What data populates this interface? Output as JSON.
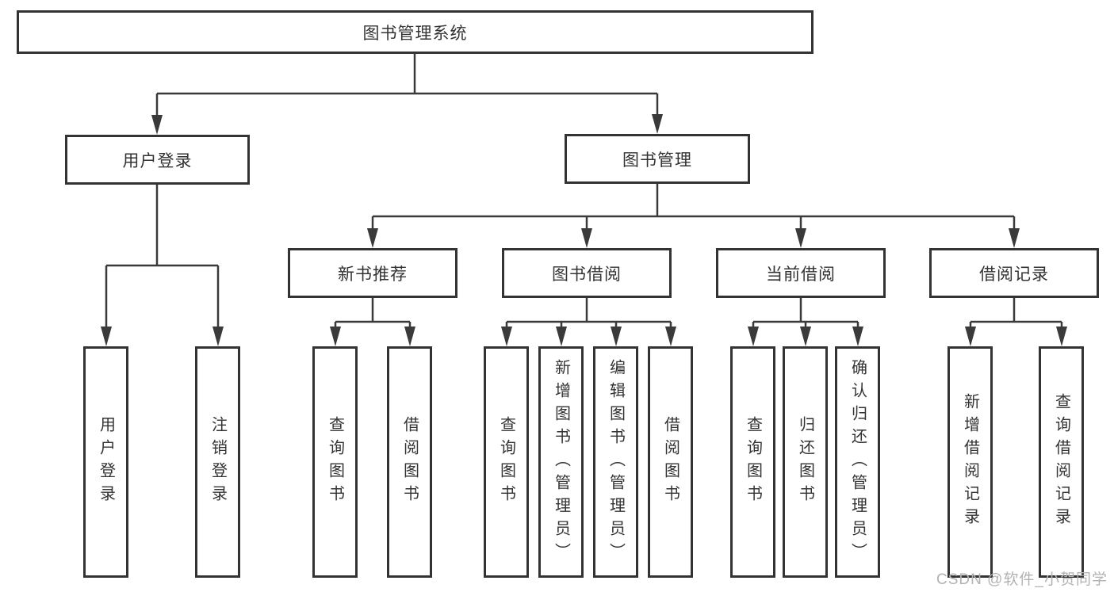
{
  "colors": {
    "line": "#3a3a3a",
    "border": "#333333",
    "text": "#333333",
    "watermark": "#b2b2b2",
    "background": "#ffffff"
  },
  "watermark": "CSDN @软件_小贺同学",
  "root": {
    "label": "图书管理系统"
  },
  "branches": {
    "user_login": {
      "label": "用户登录",
      "children": {
        "login": {
          "label": "用户登录"
        },
        "logout": {
          "label": "注销登录"
        }
      }
    },
    "book_mgmt": {
      "label": "图书管理",
      "children": {
        "new_books": {
          "label": "新书推荐",
          "children": {
            "query": {
              "label": "查询图书"
            },
            "borrow": {
              "label": "借阅图书"
            }
          }
        },
        "book_borrow": {
          "label": "图书借阅",
          "children": {
            "query": {
              "label": "查询图书"
            },
            "add": {
              "label": "新增图书（管理员）"
            },
            "edit": {
              "label": "编辑图书（管理员）"
            },
            "borrow": {
              "label": "借阅图书"
            }
          }
        },
        "current_borrow": {
          "label": "当前借阅",
          "children": {
            "query": {
              "label": "查询图书"
            },
            "return": {
              "label": "归还图书"
            },
            "confirm": {
              "label": "确认归还（管理员）"
            }
          }
        },
        "borrow_records": {
          "label": "借阅记录",
          "children": {
            "add": {
              "label": "新增借阅记录"
            },
            "query": {
              "label": "查询借阅记录"
            }
          }
        }
      }
    }
  }
}
